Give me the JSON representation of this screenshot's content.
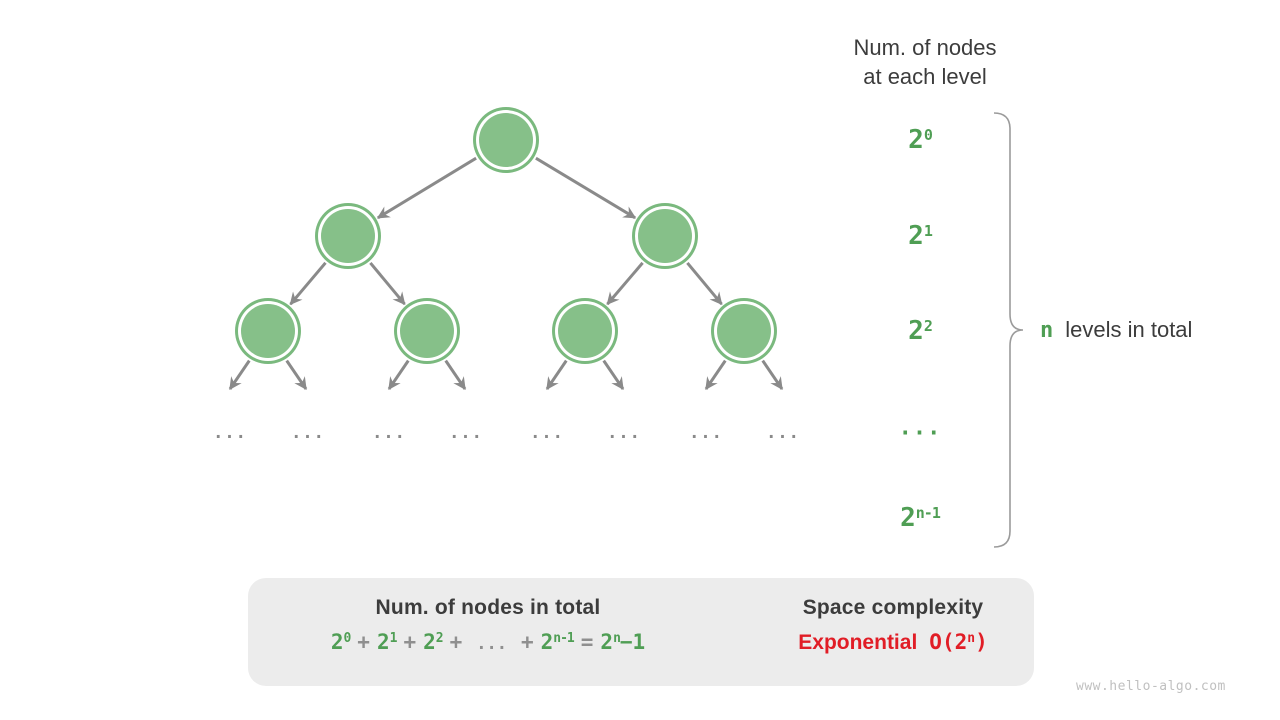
{
  "colors": {
    "green-text": "#4f9e54",
    "node-green": "#86c089",
    "ring-green": "#7ab97e",
    "edge-gray": "#8a8a8a",
    "dark-text": "#3c3c3c",
    "red-text": "#e11d26",
    "box-bg": "#ececec",
    "operator-gray": "#8f8f8f",
    "brace-gray": "#9b9b9b",
    "block-arrow-gray": "#bfbfbf",
    "watermark-gray": "#c0c0c0"
  },
  "header": {
    "line1": "Num. of nodes",
    "line2": "at each level"
  },
  "level_labels": {
    "l0": {
      "base": "2",
      "sup": "0"
    },
    "l1": {
      "base": "2",
      "sup": "1"
    },
    "l2": {
      "base": "2",
      "sup": "2"
    },
    "l3": {
      "dots": "..."
    },
    "l4": {
      "base": "2",
      "sup": "n-1"
    }
  },
  "brace_note": {
    "n": "n",
    "text": "levels in total"
  },
  "tree": {
    "leaf_dots": [
      "...",
      "...",
      "...",
      "...",
      "...",
      "...",
      "...",
      "..."
    ]
  },
  "summary_box": {
    "left_title": "Num. of nodes in total",
    "formula": {
      "t1": {
        "base": "2",
        "sup": "0"
      },
      "plus1": "+",
      "t2": {
        "base": "2",
        "sup": "1"
      },
      "plus2": "+",
      "t3": {
        "base": "2",
        "sup": "2"
      },
      "plus3": "+",
      "ellipsis": "...",
      "plus4": "+",
      "t4": {
        "base": "2",
        "sup": "n-1"
      },
      "equals": "=",
      "result": {
        "base": "2",
        "sup": "n",
        "tail": "−1"
      }
    },
    "right_title": "Space complexity",
    "complexity": {
      "label": "Exponential",
      "o_open": "O(2",
      "o_sup": "n",
      "o_close": ")"
    }
  },
  "watermark": "www.hello-algo.com"
}
